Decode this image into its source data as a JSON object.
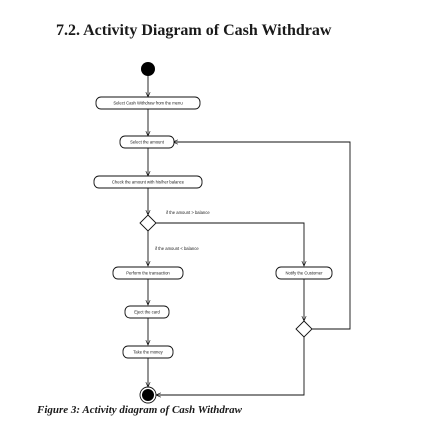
{
  "page": {
    "heading": "7.2. Activity Diagram of Cash Withdraw",
    "caption": "Figure 3: Activity diagram of Cash Withdraw"
  },
  "diagram": {
    "activities": {
      "select_menu": "Select Cash Withdraw from the menu",
      "select_amount": "Select the amount",
      "check_amount": "Check the amount with his/her balance",
      "perform_transaction": "Perform the transaction",
      "notify_customer": "Notify the Customer",
      "eject_card": "Eject the card",
      "take_money": "Take the money"
    },
    "guards": {
      "over_balance": "if the amount > balance",
      "under_balance": "if the amount < balance"
    }
  }
}
